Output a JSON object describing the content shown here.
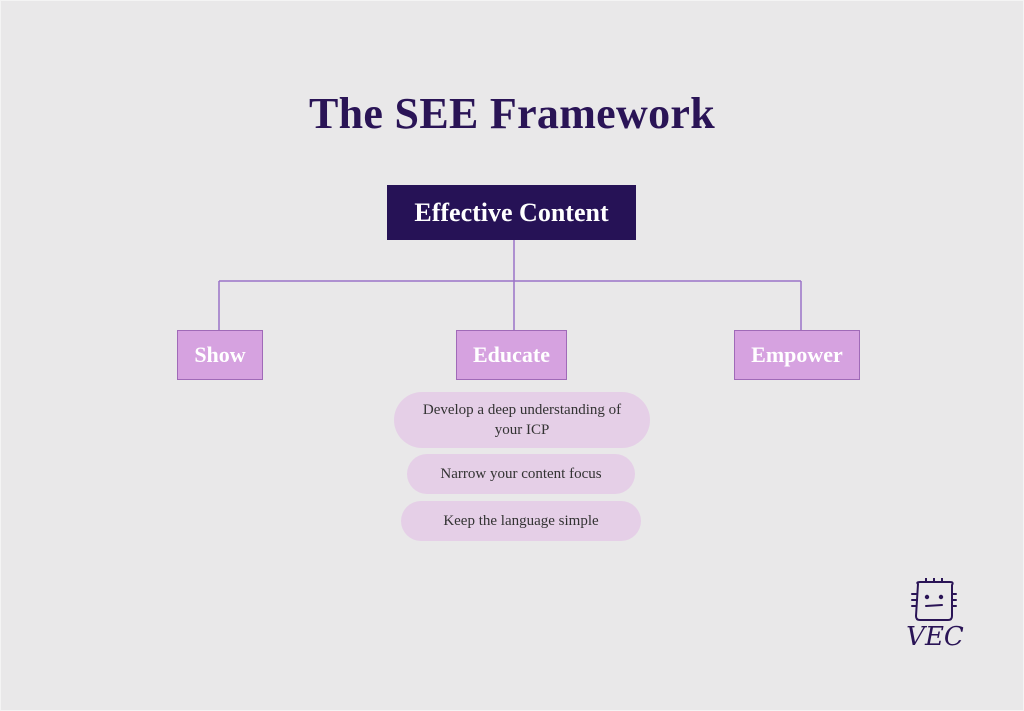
{
  "diagram": {
    "title": "The SEE Framework",
    "root": "Effective Content",
    "children": [
      "Show",
      "Educate",
      "Empower"
    ],
    "educate_points": [
      "Develop a deep understanding of your ICP",
      "Narrow your content focus",
      "Keep the language simple"
    ]
  },
  "logo": {
    "text": "VEC",
    "icon": "robot-face-icon"
  },
  "colors": {
    "background": "#e9e8e9",
    "title": "#2a1456",
    "root_fill": "#261256",
    "child_fill": "#d6a2e0",
    "connector": "#9a72c8",
    "pill_fill": "#e5cfe7"
  }
}
